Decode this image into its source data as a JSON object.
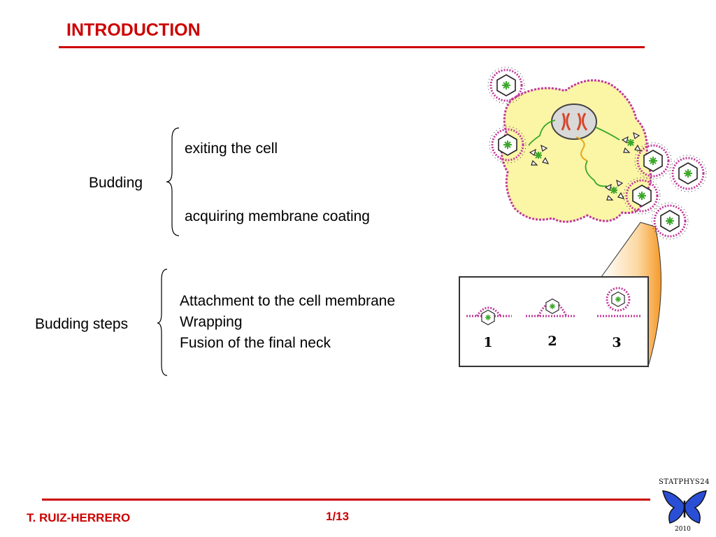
{
  "slide": {
    "title": "INTRODUCTION",
    "budding": {
      "label": "Budding",
      "items": [
        "exiting the cell",
        "acquiring membrane coating"
      ]
    },
    "budding_steps": {
      "label": "Budding steps",
      "items": [
        "Attachment to the cell membrane",
        "Wrapping",
        "Fusion of the final neck"
      ]
    },
    "diagram": {
      "step_labels": [
        "1",
        "2",
        "3"
      ]
    },
    "footer": {
      "author": "T. RUIZ-HERRERO",
      "page": "1/13"
    },
    "logo": {
      "top_text": "STATPHYS24",
      "bottom_text": "2010"
    }
  }
}
